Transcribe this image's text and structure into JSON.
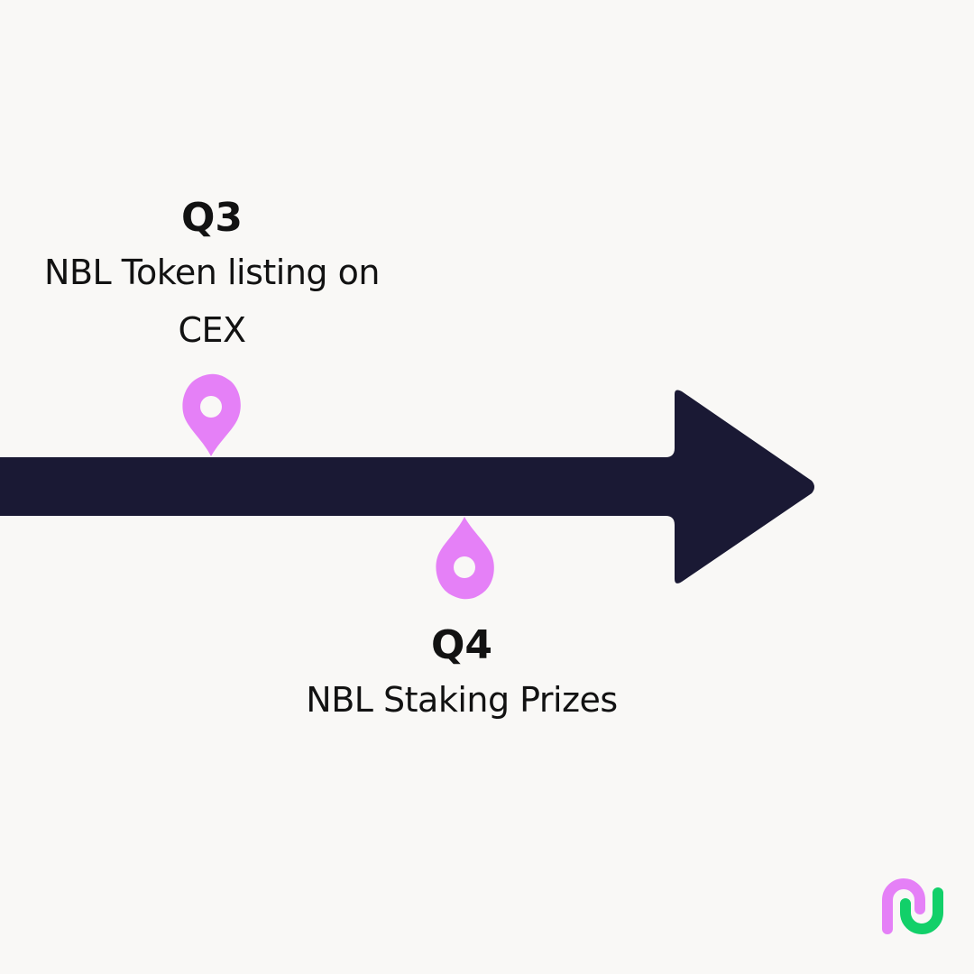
{
  "milestones": [
    {
      "quarter": "Q3",
      "description": "NBL Token listing on CEX"
    },
    {
      "quarter": "Q4",
      "description": "NBL Staking Prizes"
    }
  ],
  "colors": {
    "background": "#f9f8f6",
    "arrow": "#1a1934",
    "pin": "#e580f7",
    "text": "#121212",
    "logo_pink": "#e580f7",
    "logo_green": "#12d069"
  },
  "icons": {
    "pin": "location-pin-icon",
    "logo": "nu-logo-icon"
  }
}
